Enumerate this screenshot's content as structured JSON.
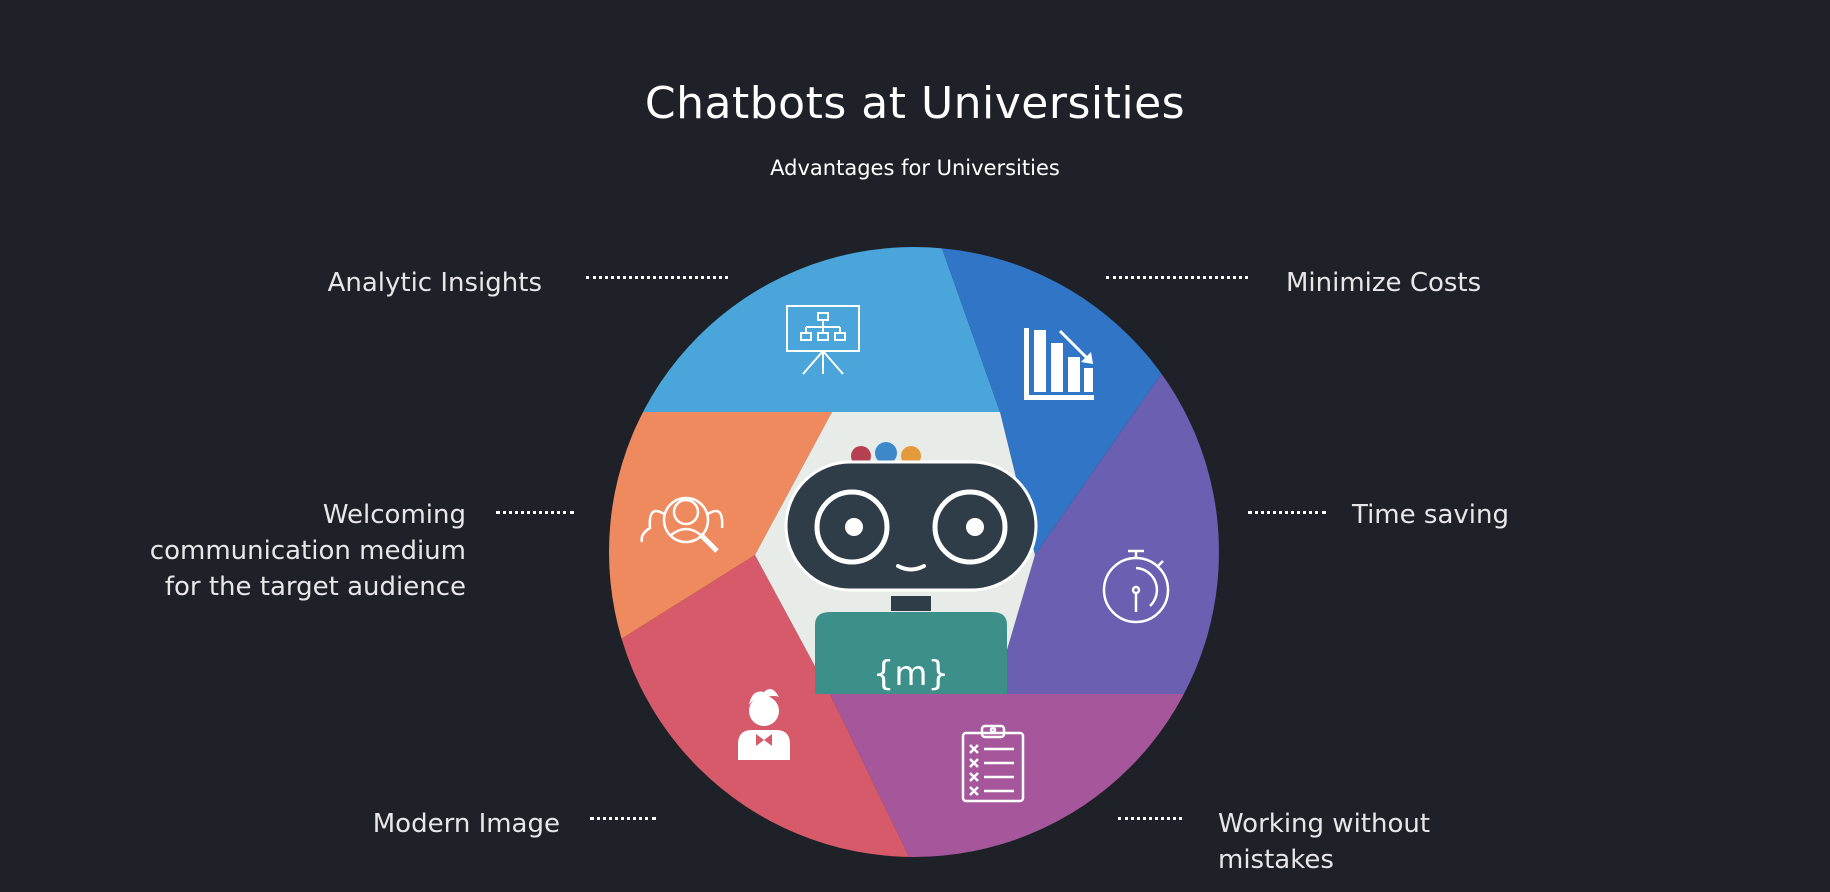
{
  "header": {
    "title": "Chatbots at Universities",
    "subtitle": "Advantages for Universities"
  },
  "segments": [
    {
      "label": "Analytic Insights",
      "icon": "presentation-board-icon",
      "color": "#4aa6da"
    },
    {
      "label": "Minimize Costs",
      "icon": "bar-chart-decrease-icon",
      "color": "#3175c6"
    },
    {
      "label": "Time saving",
      "icon": "stopwatch-icon",
      "color": "#6a5fb1"
    },
    {
      "label": "Working without mistakes",
      "icon": "checklist-clipboard-icon",
      "color": "#a6579c"
    },
    {
      "label": "Modern Image",
      "icon": "person-with-bowtie-icon",
      "color": "#d65a69"
    },
    {
      "label": "Welcoming communication medium for the target audience",
      "icon": "user-search-icon",
      "color": "#ef8a5e"
    }
  ],
  "robot": {
    "badge": "{m}",
    "antenna_colors": [
      "#b5404f",
      "#3c88c9",
      "#e49a3a"
    ],
    "face_color": "#2f3d48",
    "body_color": "#3d8f8a",
    "center_color": "#e7ece9"
  }
}
